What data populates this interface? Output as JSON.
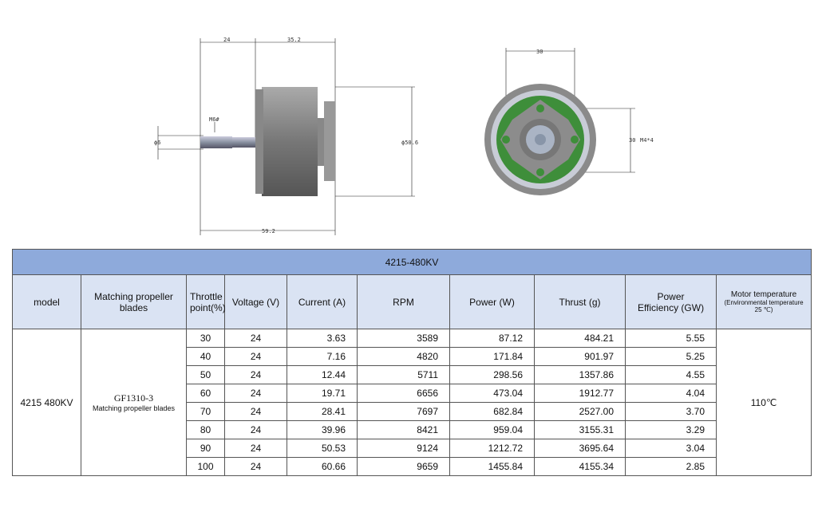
{
  "drawing": {
    "side_view": {
      "dim_24": "24",
      "dim_35_2": "35.2",
      "dim_59_2": "59.2",
      "dia_6": "ϕ6",
      "dia_50_6": "ϕ50.6",
      "thread": "M6#"
    },
    "front_view": {
      "dim_30_h": "30",
      "dim_30_v": "30",
      "screws": "M4*4"
    }
  },
  "table": {
    "title": "4215-480KV",
    "headers": {
      "model": "model",
      "propeller": "Matching propeller blades",
      "throttle_1": "Throttle",
      "throttle_2": "point(%)",
      "voltage": "Voltage (V)",
      "current": "Current (A)",
      "rpm": "RPM",
      "power": "Power (W)",
      "thrust": "Thrust (g)",
      "eff_1": "Power",
      "eff_2": "Efficiency (GW)",
      "temp_1": "Motor temperature",
      "temp_2": "(Environmental temperature 25 ℃)"
    },
    "model": "4215  480KV",
    "propeller_name": "GF1310-3",
    "propeller_sub": "Matching propeller blades",
    "temperature": "110℃",
    "rows": [
      {
        "throttle": "30",
        "voltage": "24",
        "current": "3.63",
        "rpm": "3589",
        "power": "87.12",
        "thrust": "484.21",
        "eff": "5.55"
      },
      {
        "throttle": "40",
        "voltage": "24",
        "current": "7.16",
        "rpm": "4820",
        "power": "171.84",
        "thrust": "901.97",
        "eff": "5.25"
      },
      {
        "throttle": "50",
        "voltage": "24",
        "current": "12.44",
        "rpm": "5711",
        "power": "298.56",
        "thrust": "1357.86",
        "eff": "4.55"
      },
      {
        "throttle": "60",
        "voltage": "24",
        "current": "19.71",
        "rpm": "6656",
        "power": "473.04",
        "thrust": "1912.77",
        "eff": "4.04"
      },
      {
        "throttle": "70",
        "voltage": "24",
        "current": "28.41",
        "rpm": "7697",
        "power": "682.84",
        "thrust": "2527.00",
        "eff": "3.70"
      },
      {
        "throttle": "80",
        "voltage": "24",
        "current": "39.96",
        "rpm": "8421",
        "power": "959.04",
        "thrust": "3155.31",
        "eff": "3.29"
      },
      {
        "throttle": "90",
        "voltage": "24",
        "current": "50.53",
        "rpm": "9124",
        "power": "1212.72",
        "thrust": "3695.64",
        "eff": "3.04"
      },
      {
        "throttle": "100",
        "voltage": "24",
        "current": "60.66",
        "rpm": "9659",
        "power": "1455.84",
        "thrust": "4155.34",
        "eff": "2.85"
      }
    ]
  }
}
